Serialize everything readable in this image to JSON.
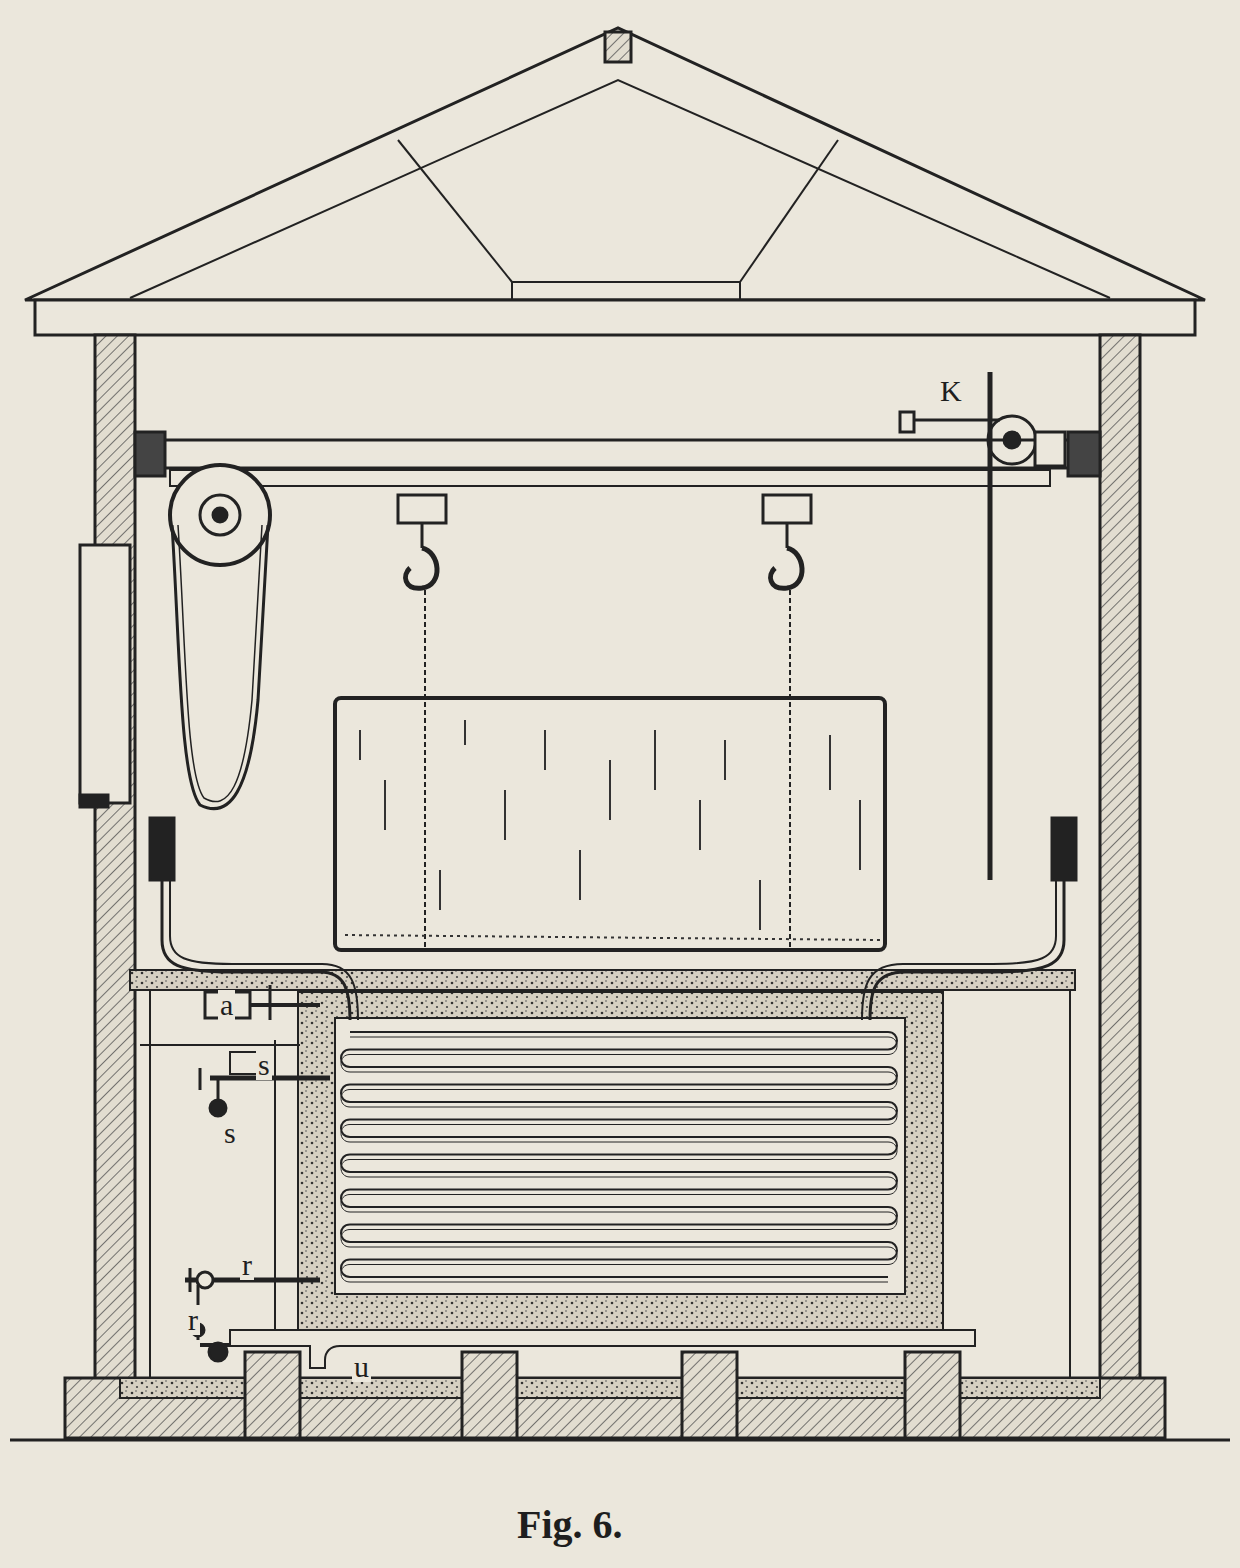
{
  "diagram": {
    "caption": "Fig. 6.",
    "labels": [
      "K",
      "a",
      "s",
      "s",
      "r",
      "r",
      "u"
    ]
  }
}
